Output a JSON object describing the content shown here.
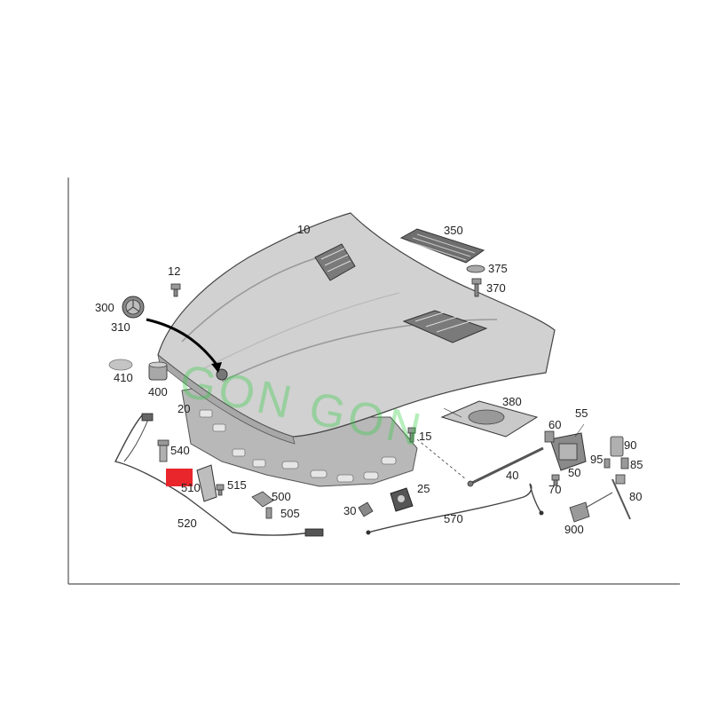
{
  "watermark": "GON GON",
  "callouts": [
    {
      "id": "10",
      "text": "10"
    },
    {
      "id": "12",
      "text": "12"
    },
    {
      "id": "15",
      "text": "15"
    },
    {
      "id": "20",
      "text": "20"
    },
    {
      "id": "25",
      "text": "25"
    },
    {
      "id": "30",
      "text": "30"
    },
    {
      "id": "40",
      "text": "40"
    },
    {
      "id": "50",
      "text": "50"
    },
    {
      "id": "55",
      "text": "55"
    },
    {
      "id": "60",
      "text": "60"
    },
    {
      "id": "70",
      "text": "70"
    },
    {
      "id": "80",
      "text": "80"
    },
    {
      "id": "85",
      "text": "85"
    },
    {
      "id": "90",
      "text": "90"
    },
    {
      "id": "95",
      "text": "95"
    },
    {
      "id": "300",
      "text": "300"
    },
    {
      "id": "310",
      "text": "310"
    },
    {
      "id": "350",
      "text": "350"
    },
    {
      "id": "370",
      "text": "370"
    },
    {
      "id": "375",
      "text": "375"
    },
    {
      "id": "380",
      "text": "380"
    },
    {
      "id": "400",
      "text": "400"
    },
    {
      "id": "410",
      "text": "410"
    },
    {
      "id": "500",
      "text": "500"
    },
    {
      "id": "505",
      "text": "505"
    },
    {
      "id": "510",
      "text": "510"
    },
    {
      "id": "515",
      "text": "515"
    },
    {
      "id": "520",
      "text": "520"
    },
    {
      "id": "540",
      "text": "540"
    },
    {
      "id": "570",
      "text": "570"
    },
    {
      "id": "900",
      "text": "900"
    }
  ],
  "colors": {
    "hood": "#cfcfcf",
    "hood_dark": "#9e9e9e",
    "line": "#333333",
    "highlight": "#e8262b",
    "watermark": "#2ecc40"
  }
}
